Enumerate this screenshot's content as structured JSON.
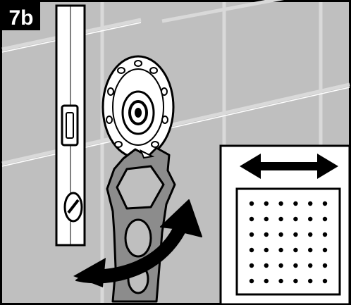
{
  "step_label": "7b",
  "colors": {
    "tile_background": "#bfbfbf",
    "tile_grout": "#d9d9d9",
    "outline": "#000000",
    "tool_gray": "#8c8c8c",
    "white": "#ffffff"
  },
  "icons": {
    "spirit_level": "spirit-level-icon",
    "mounting_plate": "mounting-plate-icon",
    "spanner": "spanner-wrench-icon",
    "rotate_arrow": "curved-rotation-arrow-icon",
    "horizontal_arrow": "horizontal-double-arrow-icon",
    "shower_head": "square-shower-head-icon"
  },
  "inset": {
    "nozzle_grid": {
      "rows": 6,
      "cols": 6
    }
  }
}
